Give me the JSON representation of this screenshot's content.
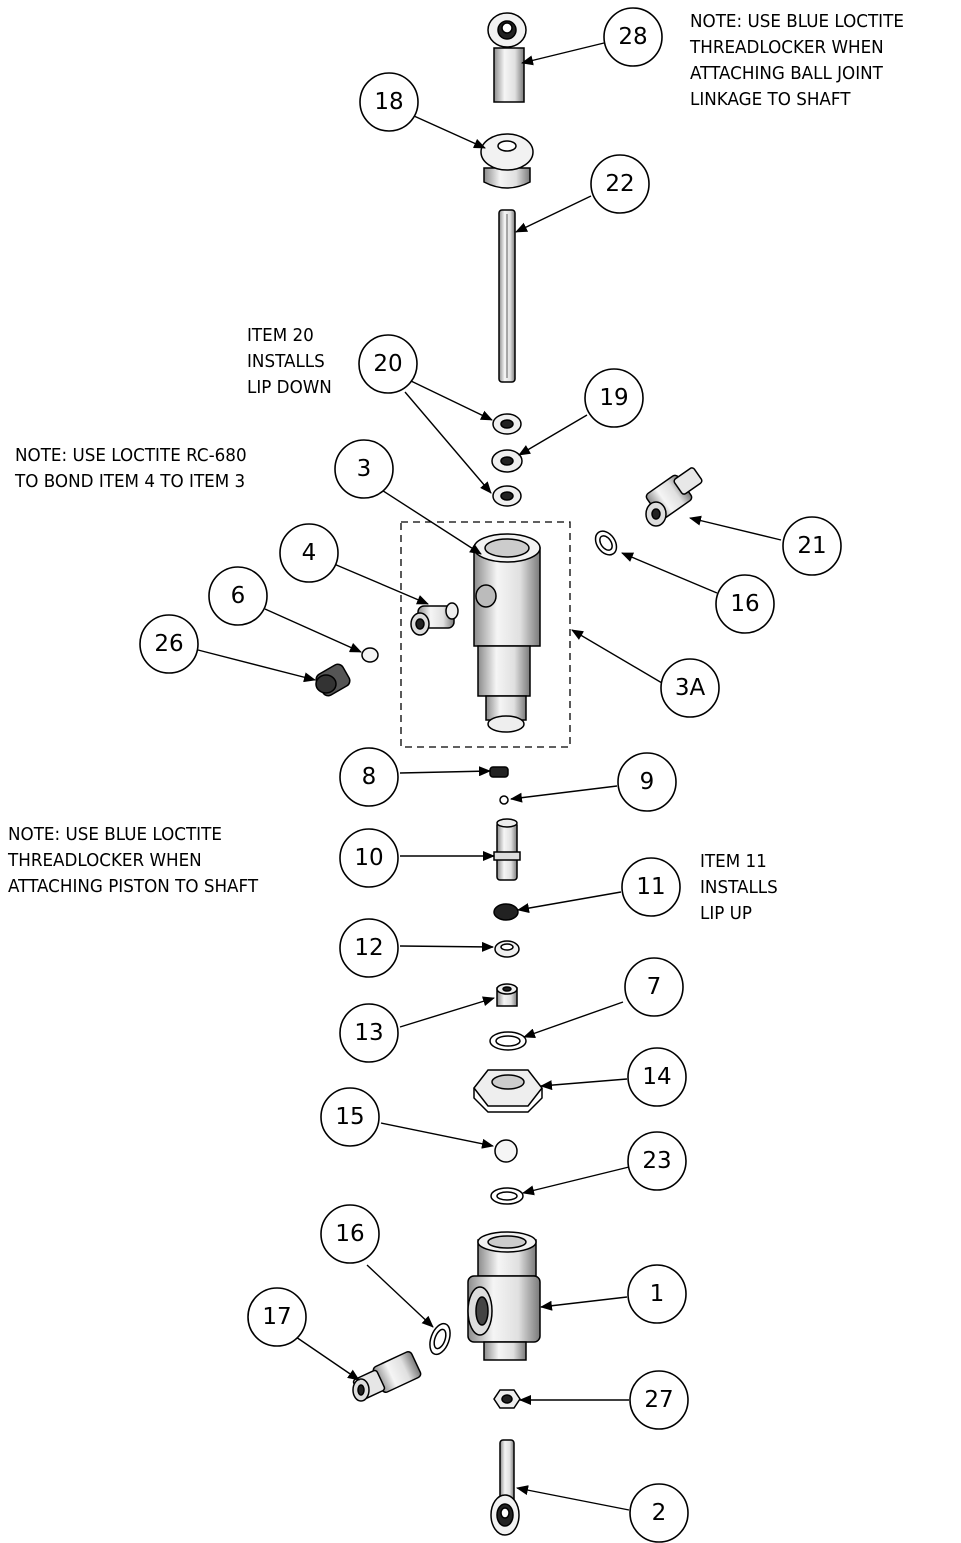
{
  "notes": {
    "ball_joint": "NOTE: USE BLUE LOCTITE\nTHREADLOCKER WHEN\nATTACHING BALL JOINT\nLINKAGE TO SHAFT",
    "item20": "ITEM 20\nINSTALLS\nLIP DOWN",
    "rc680": "NOTE: USE LOCTITE RC-680\nTO BOND ITEM 4 TO ITEM 3",
    "piston": "NOTE: USE BLUE LOCTITE\nTHREADLOCKER WHEN\nATTACHING PISTON TO SHAFT",
    "item11": "ITEM 11\nINSTALLS\nLIP UP"
  },
  "balloons": {
    "b28": "28",
    "b18": "18",
    "b22": "22",
    "b20": "20",
    "b19": "19",
    "b3": "3",
    "b21": "21",
    "b4": "4",
    "b16a": "16",
    "b6": "6",
    "b26": "26",
    "b3A": "3A",
    "b8": "8",
    "b9": "9",
    "b10": "10",
    "b11": "11",
    "b12": "12",
    "b7": "7",
    "b13": "13",
    "b14": "14",
    "b15": "15",
    "b23": "23",
    "b16b": "16",
    "b1": "1",
    "b17": "17",
    "b27": "27",
    "b2": "2"
  },
  "colors": {
    "line": "#000000",
    "part_fill": "#f2f2f2",
    "part_shade": "#9a9a9a",
    "dark": "#1a1a1a"
  }
}
